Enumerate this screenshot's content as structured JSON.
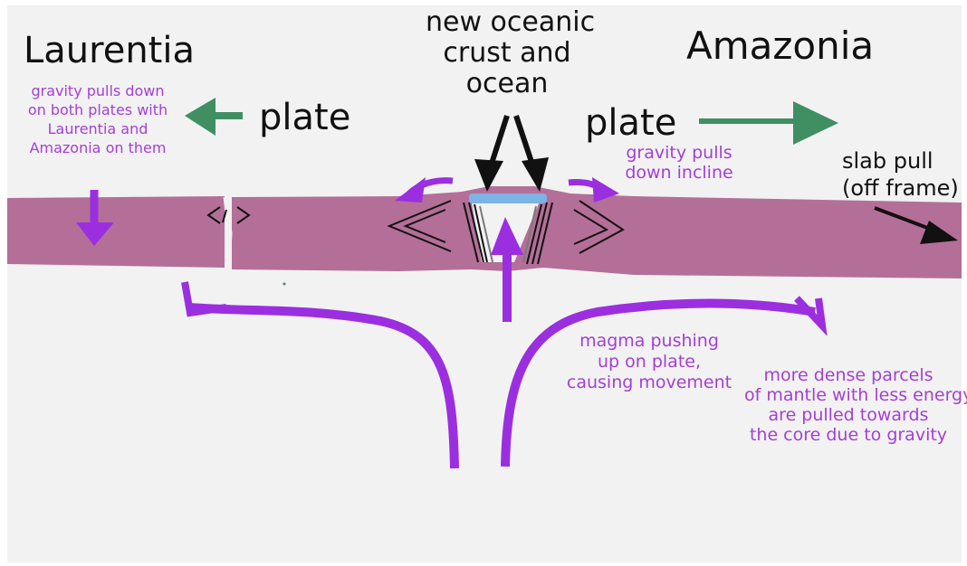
{
  "colors": {
    "background": "#f2f2f2",
    "plate": "#b46f98",
    "mantle_arrows": "#9b2fe0",
    "plate_arrows": "#3f8f63",
    "new_crust": "#7ab3e4",
    "text_purple": "#a43fd6",
    "text_black": "#111111"
  },
  "labels": {
    "laurentia": "Laurentia",
    "amazonia": "Amazonia",
    "plate_left": "plate",
    "plate_right": "plate",
    "new_crust": [
      "new oceanic",
      "crust and",
      "ocean"
    ],
    "slab_pull": [
      "slab pull",
      "(off frame)"
    ],
    "gravity_both": [
      "gravity pulls down",
      "on both plates with",
      "Laurentia and",
      "Amazonia on them"
    ],
    "gravity_incline": [
      "gravity pulls",
      "down incline"
    ],
    "magma": [
      "magma pushing",
      "up on plate,",
      "causing movement"
    ],
    "dense_mantle": [
      "more dense parcels",
      "of mantle with less energy",
      "are pulled towards",
      "the core due to gravity"
    ]
  },
  "icons": {
    "fault_mark": "fault-chevrons",
    "ridge_symbols": "rift-chevrons"
  }
}
